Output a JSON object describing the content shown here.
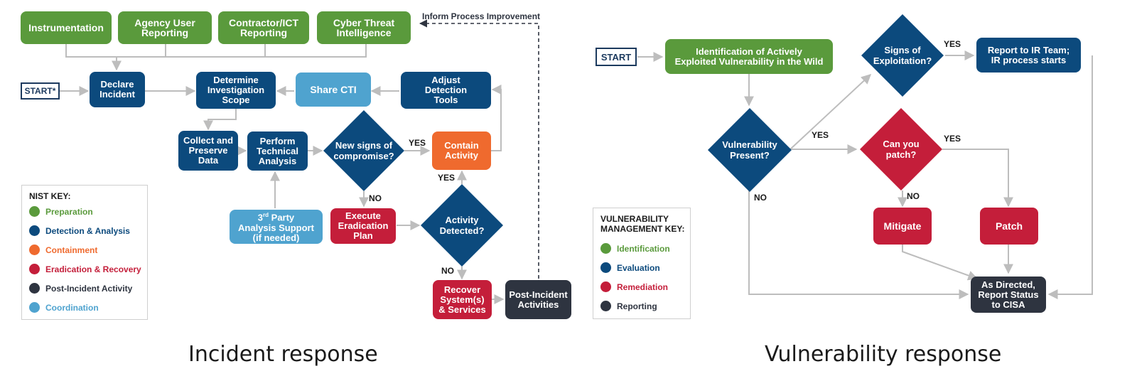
{
  "colors": {
    "preparation": "#5a9a3c",
    "detection": "#0c4a7d",
    "containment": "#ef6a2e",
    "eradication": "#c41e3a",
    "post_incident": "#2e3440",
    "coordination": "#4fa3cf",
    "arrow": "#bdbdbd"
  },
  "incident": {
    "caption": "Incident response",
    "start": "START*",
    "feedback_label": "Inform Process Improvement",
    "inputs": {
      "instrumentation": "Instrumentation",
      "agency_user_reporting": "Agency User\nReporting",
      "contractor_ict_reporting": "Contractor/ICT\nReporting",
      "cyber_threat_intelligence": "Cyber Threat\nIntelligence"
    },
    "nodes": {
      "declare_incident": "Declare\nIncident",
      "determine_scope": "Determine\nInvestigation\nScope",
      "share_cti": "Share CTI",
      "adjust_tools": "Adjust\nDetection\nTools",
      "collect_preserve": "Collect and\nPreserve\nData",
      "technical_analysis": "Perform\nTechnical\nAnalysis",
      "new_signs": "New signs of\ncompromise?",
      "contain_activity": "Contain\nActivity",
      "third_party_pre": "3",
      "third_party_sup": "rd",
      "third_party_post": " Party\nAnalysis Support\n(if needed)",
      "execute_eradication": "Execute\nEradication\nPlan",
      "activity_detected": "Activity\nDetected?",
      "recover": "Recover\nSystem(s)\n& Services",
      "post_incident": "Post-Incident\nActivities"
    },
    "labels": {
      "yes_new_signs": "YES",
      "no_new_signs": "NO",
      "yes_activity": "YES",
      "no_activity": "NO"
    },
    "key": {
      "title": "NIST KEY:",
      "items": [
        {
          "label": "Preparation",
          "color": "#5a9a3c"
        },
        {
          "label": "Detection & Analysis",
          "color": "#0c4a7d"
        },
        {
          "label": "Containment",
          "color": "#ef6a2e"
        },
        {
          "label": "Eradication & Recovery",
          "color": "#c41e3a"
        },
        {
          "label": "Post-Incident Activity",
          "color": "#2e3440"
        },
        {
          "label": "Coordination",
          "color": "#4fa3cf"
        }
      ]
    }
  },
  "vulnerability": {
    "caption": "Vulnerability response",
    "start": "START",
    "nodes": {
      "identification": "Identification of Actively\nExploited Vulnerability in the Wild",
      "signs_exploitation": "Signs of\nExploitation?",
      "report_ir": "Report to IR Team;\nIR process starts",
      "vuln_present": "Vulnerability\nPresent?",
      "can_patch": "Can you\npatch?",
      "mitigate": "Mitigate",
      "patch": "Patch",
      "report_cisa": "As Directed,\nReport Status\nto CISA"
    },
    "labels": {
      "yes_signs": "YES",
      "yes_present": "YES",
      "no_present": "NO",
      "yes_patch": "YES",
      "no_patch": "NO"
    },
    "key": {
      "title": "VULNERABILITY\nMANAGEMENT KEY:",
      "items": [
        {
          "label": "Identification",
          "color": "#5a9a3c"
        },
        {
          "label": "Evaluation",
          "color": "#0c4a7d"
        },
        {
          "label": "Remediation",
          "color": "#c41e3a"
        },
        {
          "label": "Reporting",
          "color": "#2e3440"
        }
      ]
    }
  }
}
